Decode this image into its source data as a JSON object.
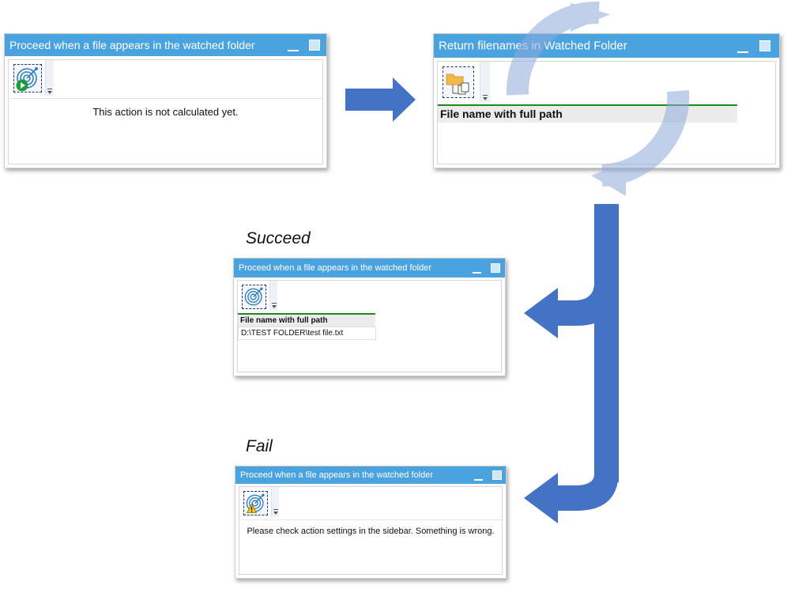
{
  "window_top_left": {
    "title": "Proceed when a file appears in the watched folder",
    "message": "This action is not calculated yet."
  },
  "window_top_right": {
    "title": "Return filenames in Watched Folder",
    "column_header": "File name with full path"
  },
  "succeed": {
    "label": "Succeed",
    "title": "Proceed when a file appears in the watched folder",
    "column_header": "File name with full path",
    "row_value": "D:\\TEST FOLDER\\test file.txt"
  },
  "fail": {
    "label": "Fail",
    "title": "Proceed when a file appears in the watched folder",
    "message": "Please check action settings in the sidebar. Something is wrong."
  },
  "colors": {
    "titlebar": "#4aa3df",
    "flow_arrow": "#4472c4",
    "cycle_arrows": "#b4c7e7",
    "grid_header_line": "#1e8a1e"
  },
  "icons": {
    "watch_target": "target-radar-icon",
    "play_badge": "play-badge-icon",
    "warning_badge": "warning-badge-icon",
    "folder_files": "folder-files-icon",
    "refresh_cycle": "refresh-cycle-icon",
    "arrow_right": "arrow-right-icon",
    "branch_arrows": "branch-arrow-icon"
  }
}
